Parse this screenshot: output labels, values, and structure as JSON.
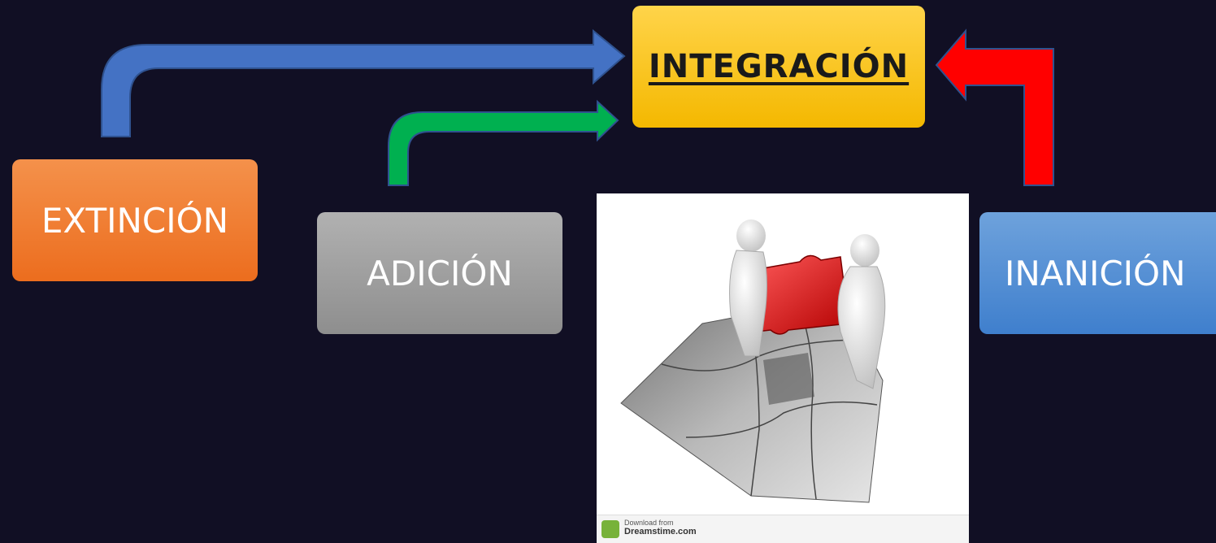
{
  "diagram": {
    "target": {
      "label": "INTEGRACIÓN"
    },
    "sources": [
      {
        "label": "EXTINCIÓN",
        "arrow_color": "#4472c4"
      },
      {
        "label": "ADICIÓN",
        "arrow_color": "#00b050"
      },
      {
        "label": "INANICIÓN",
        "arrow_color": "#ff0000"
      }
    ]
  },
  "image": {
    "description_icon": "puzzle-teamwork-image",
    "watermark": {
      "line1": "Download from",
      "line2": "Dreamstime.com"
    }
  }
}
